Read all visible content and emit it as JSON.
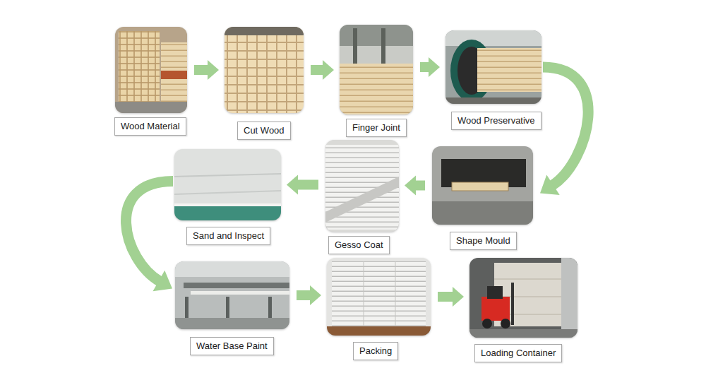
{
  "diagram": {
    "nodes": [
      {
        "text": [
          "Wood Material"
        ]
      },
      {
        "text": [
          "Cut Wood"
        ]
      },
      {
        "text": [
          "Finger Joint"
        ]
      },
      {
        "text": [
          "Wood Preservative"
        ]
      },
      {
        "text": [
          "Shape Mould"
        ]
      },
      {
        "text": [
          "Gesso Coat"
        ]
      },
      {
        "text": [
          "Sand and Inspect"
        ]
      },
      {
        "text": [
          "Water Base Paint"
        ]
      },
      {
        "text": [
          "Packing"
        ]
      },
      {
        "text": [
          "Loading Container"
        ]
      }
    ],
    "edges": [
      {
        "from": 0,
        "to": 1,
        "arrow": "to"
      },
      {
        "from": 1,
        "to": 2,
        "arrow": "to"
      },
      {
        "from": 2,
        "to": 3,
        "arrow": "to"
      },
      {
        "from": 3,
        "to": 4,
        "arrow": "to"
      },
      {
        "from": 4,
        "to": 5,
        "arrow": "to"
      },
      {
        "from": 5,
        "to": 6,
        "arrow": "to"
      },
      {
        "from": 6,
        "to": 7,
        "arrow": "to"
      },
      {
        "from": 7,
        "to": 8,
        "arrow": "to"
      },
      {
        "from": 8,
        "to": 9,
        "arrow": "to"
      }
    ]
  }
}
